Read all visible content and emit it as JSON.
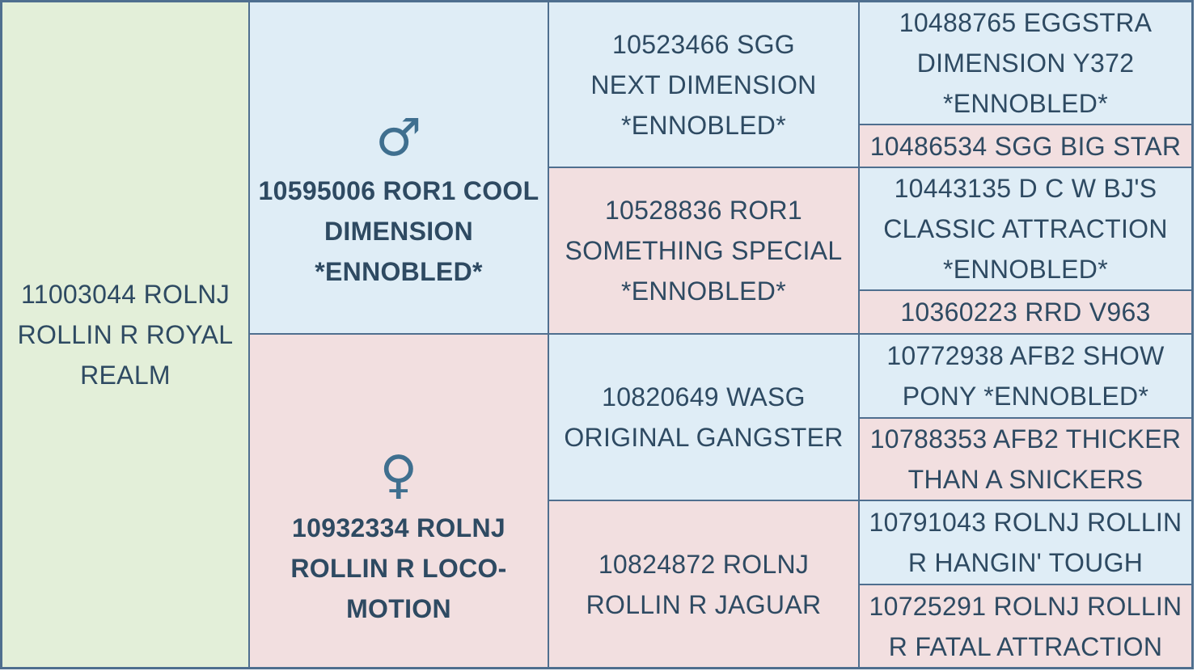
{
  "subject": {
    "label": "11003044 ROLNJ ROLLIN R ROYAL REALM"
  },
  "sire": {
    "symbol": "♂",
    "label": "10595006 ROR1 COOL DIMENSION *ENNOBLED*"
  },
  "dam": {
    "symbol": "♀",
    "label": "10932334 ROLNJ ROLLIN R LOCO-MOTION"
  },
  "grandparents": [
    {
      "label": "10523466 SGG NEXT DIMENSION *ENNOBLED*"
    },
    {
      "label": "10528836 ROR1 SOMETHING SPECIAL *ENNOBLED*"
    },
    {
      "label": "10820649 WASG ORIGINAL GANGSTER"
    },
    {
      "label": "10824872 ROLNJ ROLLIN R JAGUAR"
    }
  ],
  "great_grandparents": [
    {
      "label": "10488765 EGGSTRA DIMENSION Y372 *ENNOBLED*"
    },
    {
      "label": "10486534 SGG BIG STAR"
    },
    {
      "label": "10443135 D C W BJ'S CLASSIC ATTRACTION *ENNOBLED*"
    },
    {
      "label": "10360223 RRD V963"
    },
    {
      "label": "10772938 AFB2 SHOW PONY *ENNOBLED*"
    },
    {
      "label": "10788353 AFB2 THICKER THAN A SNICKERS"
    },
    {
      "label": "10791043 ROLNJ ROLLIN R HANGIN' TOUGH"
    },
    {
      "label": "10725291 ROLNJ ROLLIN R FATAL ATTRACTION"
    }
  ],
  "colors": {
    "border": "#4f6f8f",
    "subject_bg": "#e3efd9",
    "male_bg": "#dfedf6",
    "female_bg": "#f2dfe0",
    "text": "#2e4a62"
  }
}
